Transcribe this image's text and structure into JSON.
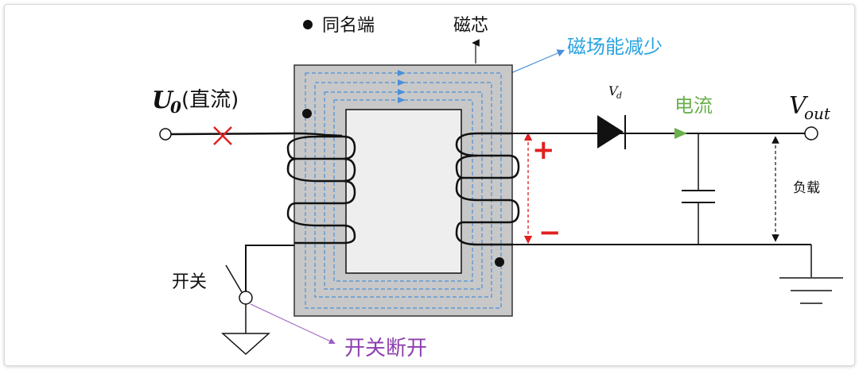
{
  "legend": {
    "dot_label": "同名端"
  },
  "labels": {
    "core": "磁芯",
    "field_decrease": "磁场能减少",
    "input_var": "U",
    "input_sub": "0",
    "input_desc": "(直流)",
    "diode": "V",
    "diode_sub": "d",
    "current": "电流",
    "output_var": "V",
    "output_sub": "out",
    "load": "负载",
    "switch": "开关",
    "switch_off": "开关断开",
    "plus": "+",
    "minus": "−"
  },
  "colors": {
    "core_fill": "#c8c8c8",
    "window_fill": "#eeeeee",
    "flux_line": "#4a90d9",
    "field_text": "#29a3e0",
    "current_text": "#6ab04c",
    "switch_off_text": "#8e3fae",
    "cross": "#e02020",
    "polarity": "#e02020",
    "pointer_purple": "#9b5fc0"
  }
}
